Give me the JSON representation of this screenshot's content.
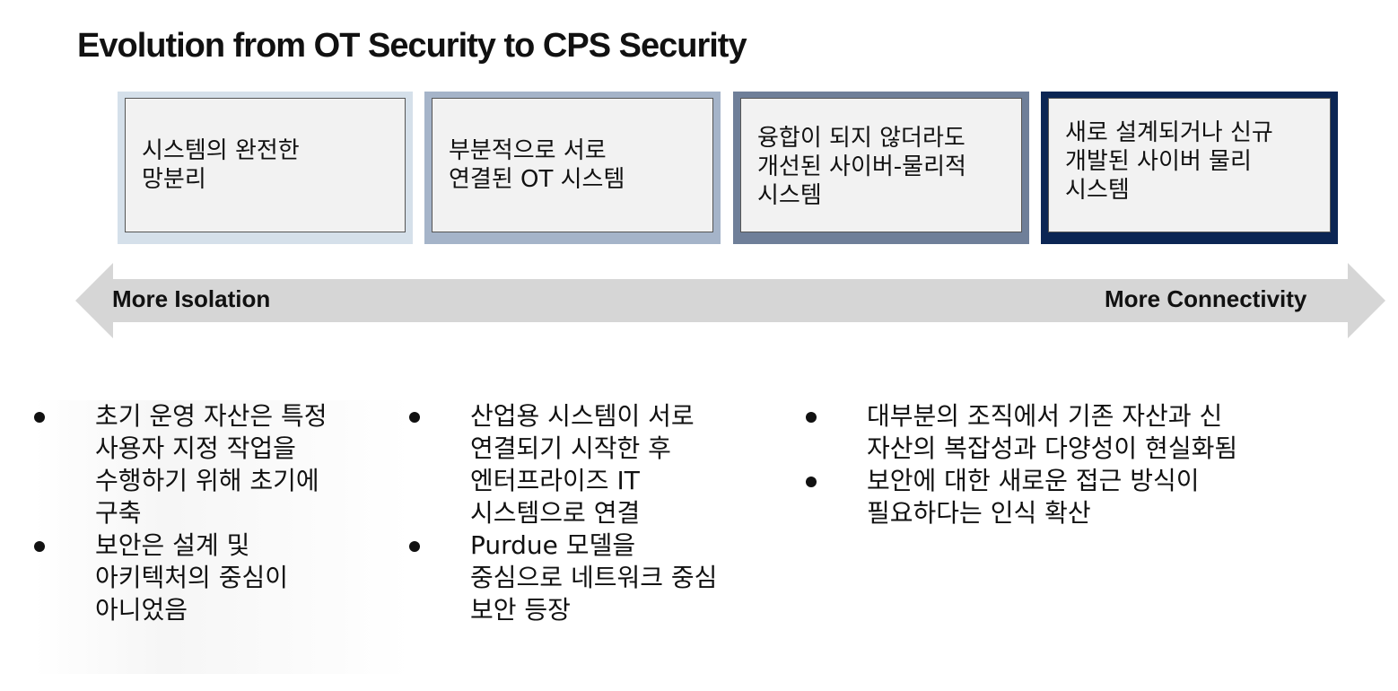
{
  "title": "Evolution from OT Security to CPS Security",
  "stages": [
    {
      "text": "시스템의 완전한\n망분리",
      "outer_color": "#d5e0ea"
    },
    {
      "text": "부분적으로 서로\n연결된 OT 시스템",
      "outer_color": "#a5b4c9"
    },
    {
      "text": "융합이 되지 않더라도\n개선된 사이버-물리적\n시스템",
      "outer_color": "#6f7f99"
    },
    {
      "text": "새로 설계되거나 신규\n개발된 사이버 물리\n시스템",
      "outer_color": "#0c2654"
    }
  ],
  "arrow": {
    "left_label": "More Isolation",
    "right_label": "More Connectivity",
    "color": "#d6d6d6"
  },
  "columns": [
    {
      "bullets": [
        "초기 운영 자산은 특정\n사용자 지정 작업을\n수행하기 위해 초기에\n구축",
        "보안은 설계 및\n아키텍처의 중심이\n아니었음"
      ]
    },
    {
      "bullets": [
        "산업용 시스템이 서로\n연결되기 시작한 후\n엔터프라이즈 IT\n시스템으로 연결",
        "Purdue 모델을\n중심으로 네트워크 중심\n보안 등장"
      ]
    },
    {
      "bullets": [
        "대부분의 조직에서 기존 자산과 신\n자산의 복잡성과 다양성이 현실화됨",
        "보안에 대한 새로운 접근 방식이\n필요하다는 인식 확산"
      ]
    }
  ]
}
